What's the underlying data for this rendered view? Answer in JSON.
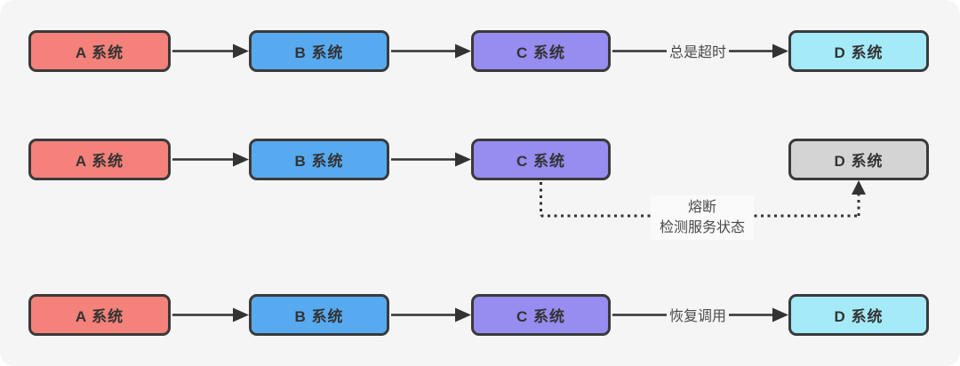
{
  "panel": {
    "background": "#f5f5f6"
  },
  "colors": {
    "system_a": "#f4827a",
    "system_b": "#58aaf0",
    "system_c": "#978cf0",
    "system_d_healthy": "#a4eaf8",
    "system_d_unavailable": "#d4d4d4",
    "connector": "#333333",
    "node_border": "#3a3a3a",
    "edge_label_text": "#4a4a4a"
  },
  "rows": [
    {
      "name": "phase-always-timeout",
      "nodes": [
        {
          "label": "A 系统"
        },
        {
          "label": "B 系统"
        },
        {
          "label": "C 系统"
        },
        {
          "label": "D 系统"
        }
      ],
      "edge_label": "总是超时"
    },
    {
      "name": "phase-circuit-break",
      "nodes": [
        {
          "label": "A 系统"
        },
        {
          "label": "B 系统"
        },
        {
          "label": "C 系统"
        },
        {
          "label": "D 系统"
        }
      ],
      "edge_label_line1": "熔断",
      "edge_label_line2": "检测服务状态"
    },
    {
      "name": "phase-recover-call",
      "nodes": [
        {
          "label": "A 系统"
        },
        {
          "label": "B 系统"
        },
        {
          "label": "C 系统"
        },
        {
          "label": "D 系统"
        }
      ],
      "edge_label": "恢复调用"
    }
  ]
}
